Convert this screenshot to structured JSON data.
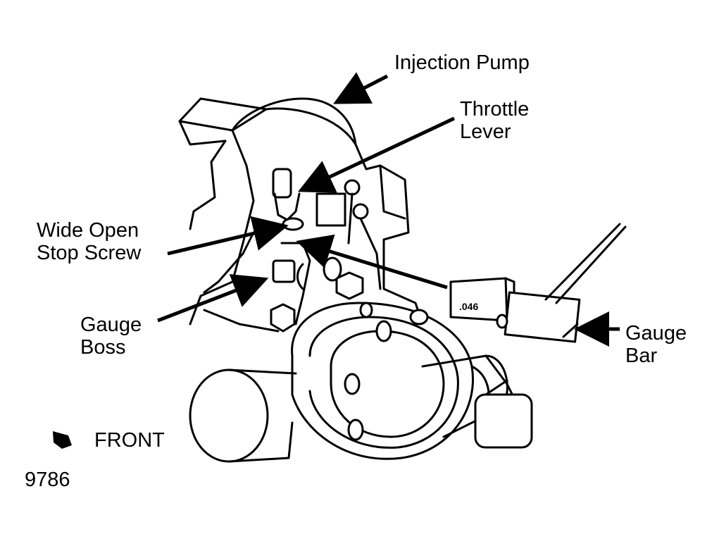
{
  "diagram": {
    "ink_color": "#000000",
    "paper_color": "#ffffff",
    "labels": {
      "injection_pump": "Injection Pump",
      "throttle_lever": [
        "Throttle",
        "Lever"
      ],
      "wide_open_stop_screw": [
        "Wide Open",
        "Stop Screw"
      ],
      "gauge_boss": [
        "Gauge",
        "Boss"
      ],
      "gauge_bar": [
        "Gauge",
        "Bar"
      ],
      "front": "FRONT",
      "figure_number": "9786"
    },
    "gauge_bar_readout": ".046",
    "front_indicator_icon": "arrow-pointer-icon"
  }
}
